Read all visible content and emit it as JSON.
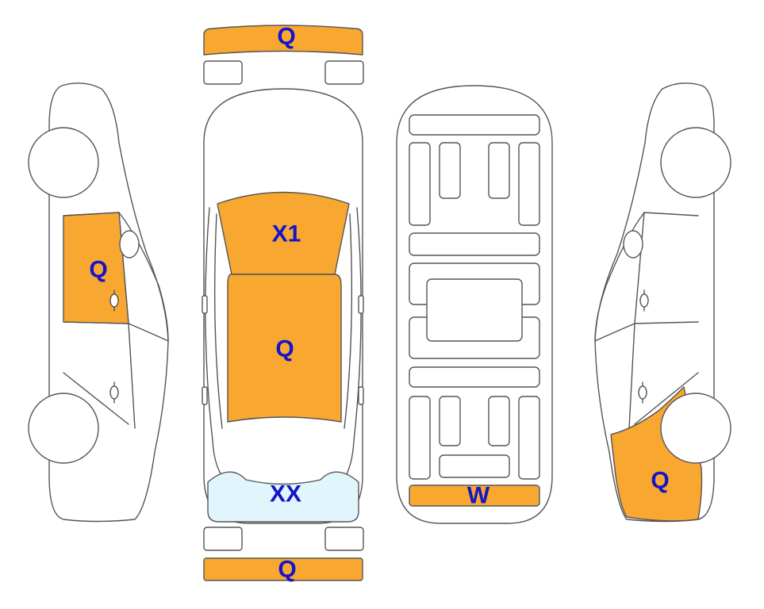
{
  "colors": {
    "damage": "#F8A731",
    "glass": "#E1F5FC",
    "label": "#1515C8",
    "outline": "#555555"
  },
  "labels": {
    "front_bumper": "Q",
    "windshield": "X1",
    "roof": "Q",
    "rear_window": "XX",
    "rear_bumper": "Q",
    "underside_rear": "W",
    "left_side_front_door": "Q",
    "right_side_rear_quarter": "Q"
  }
}
